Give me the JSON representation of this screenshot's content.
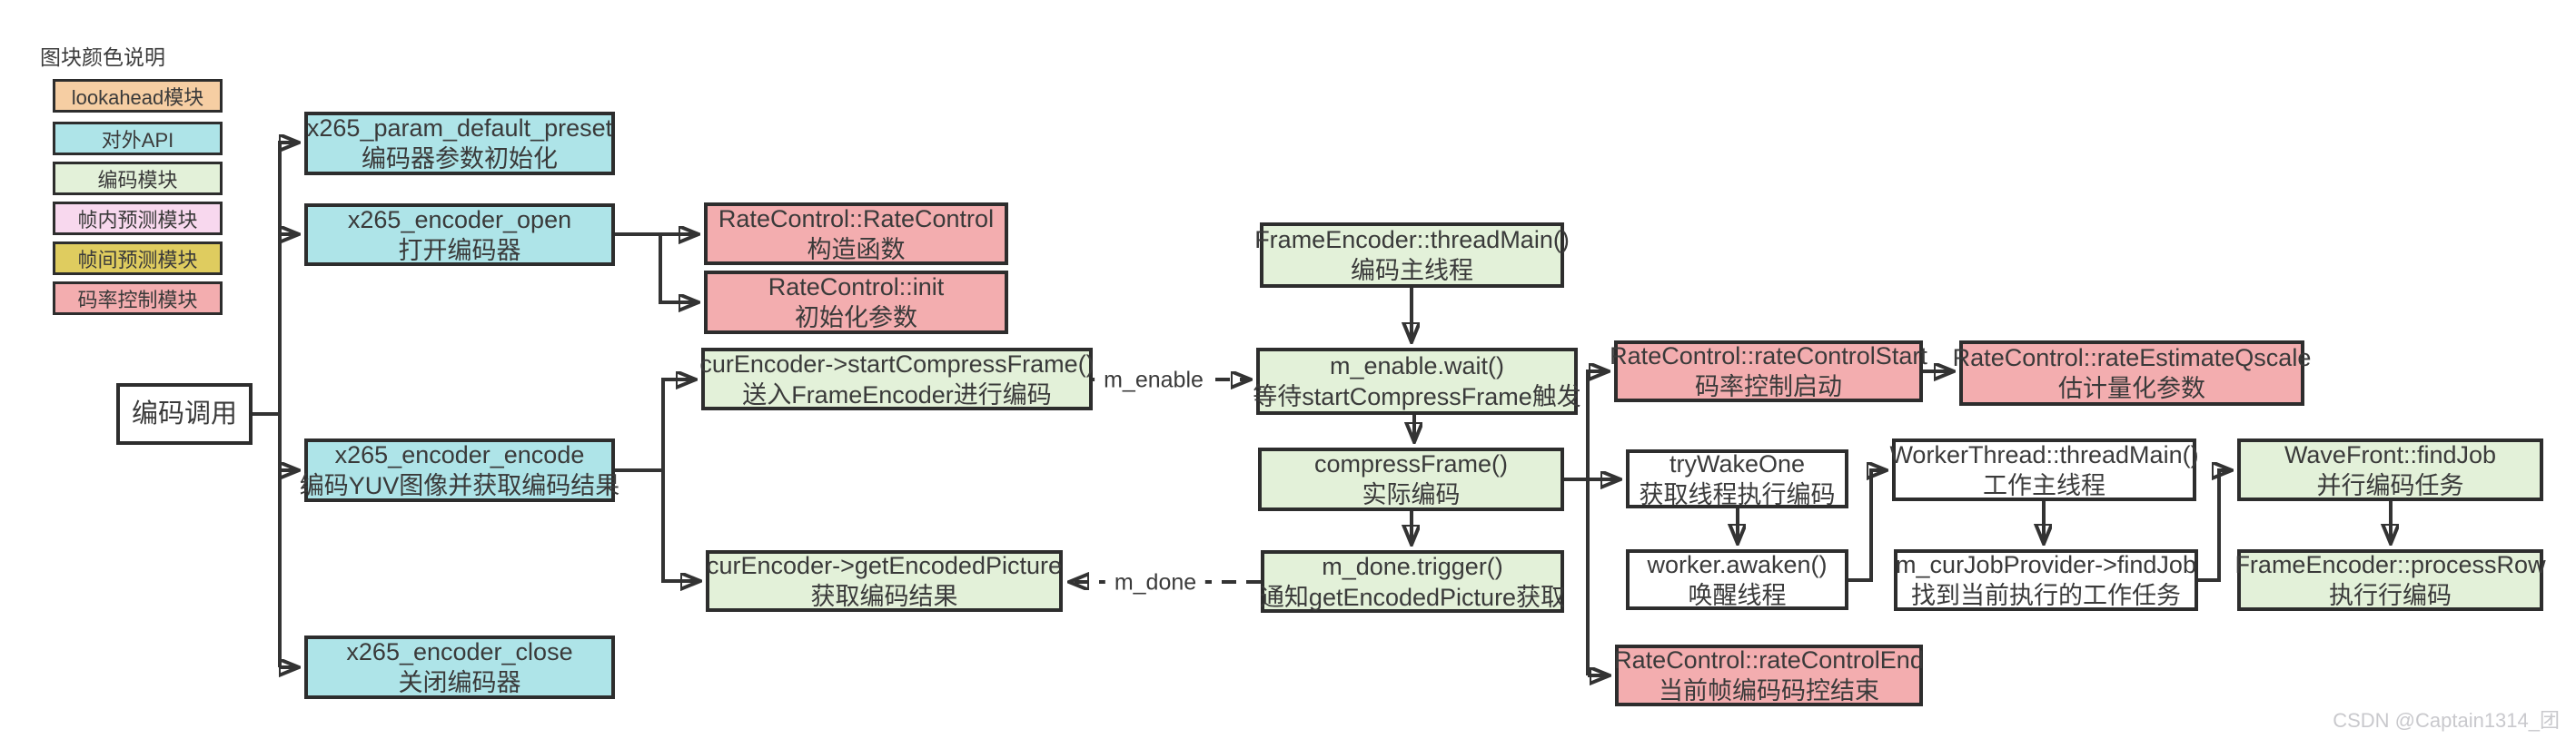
{
  "legend": {
    "title": "图块颜色说明",
    "items": [
      {
        "label": "lookahead模块",
        "color": "#F6CEA3"
      },
      {
        "label": "对外API",
        "color": "#AEE4E8"
      },
      {
        "label": "编码模块",
        "color": "#E3F1D9"
      },
      {
        "label": "帧内预测模块",
        "color": "#F8D8EE"
      },
      {
        "label": "帧间预测模块",
        "color": "#DFCC5F"
      },
      {
        "label": "码率控制模块",
        "color": "#F3ADAF"
      }
    ]
  },
  "colors": {
    "api": "#AEE4E8",
    "encode_module": "#E3F1D9",
    "ratecontrol_module": "#F3ADAF",
    "plain": "#FFFFFF",
    "border": "#2D2D2D",
    "line": "#333333"
  },
  "nodes": {
    "encode_call": {
      "title": "编码调用",
      "subtitle": ""
    },
    "param_default": {
      "title": "x265_param_default_preset",
      "subtitle": "编码器参数初始化"
    },
    "encoder_open": {
      "title": "x265_encoder_open",
      "subtitle": "打开编码器"
    },
    "encoder_encode": {
      "title": "x265_encoder_encode",
      "subtitle": "编码YUV图像并获取编码结果"
    },
    "encoder_close": {
      "title": "x265_encoder_close",
      "subtitle": "关闭编码器"
    },
    "ratecontrol_ctor": {
      "title": "RateControl::RateControl",
      "subtitle": "构造函数"
    },
    "ratecontrol_init": {
      "title": "RateControl::init",
      "subtitle": "初始化参数"
    },
    "start_compress": {
      "title": "curEncoder->startCompressFrame()",
      "subtitle": "送入FrameEncoder进行编码"
    },
    "get_encoded": {
      "title": "curEncoder->getEncodedPicture",
      "subtitle": "获取编码结果"
    },
    "thread_main": {
      "title": "FrameEncoder::threadMain()",
      "subtitle": "编码主线程"
    },
    "enable_wait": {
      "title": "m_enable.wait()",
      "subtitle": "等待startCompressFrame触发"
    },
    "compress_frame": {
      "title": "compressFrame()",
      "subtitle": "实际编码"
    },
    "done_trigger": {
      "title": "m_done.trigger()",
      "subtitle": "通知getEncodedPicture获取"
    },
    "rc_start": {
      "title": "RateControl::rateControlStart",
      "subtitle": "码率控制启动"
    },
    "rc_estimate": {
      "title": "RateControl::rateEstimateQscale",
      "subtitle": "估计量化参数"
    },
    "try_wake": {
      "title": "tryWakeOne",
      "subtitle": "获取线程执行编码"
    },
    "worker_awaken": {
      "title": "worker.awaken()",
      "subtitle": "唤醒线程"
    },
    "worker_thread": {
      "title": "WorkerThread::threadMain()",
      "subtitle": "工作主线程"
    },
    "find_job": {
      "title": "m_curJobProvider->findJob",
      "subtitle": "找到当前执行的工作任务"
    },
    "wavefront_findjob": {
      "title": "WaveFront::findJob",
      "subtitle": "并行编码任务"
    },
    "process_row": {
      "title": "FrameEncoder::processRow",
      "subtitle": "执行行编码"
    },
    "rc_end": {
      "title": "RateControl::rateControlEnd",
      "subtitle": "当前帧编码码控结束"
    }
  },
  "edge_labels": {
    "enable": "m_enable",
    "done": "m_done"
  },
  "watermark": "CSDN @Captain1314_团"
}
